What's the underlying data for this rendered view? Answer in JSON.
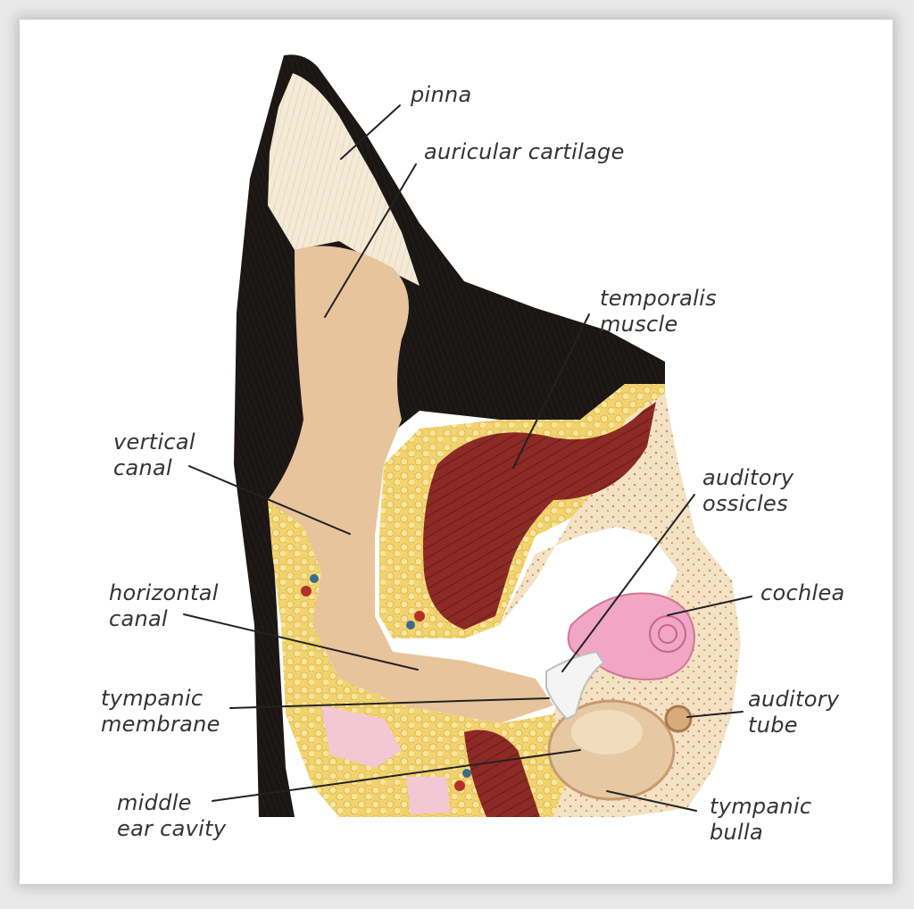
{
  "labels": {
    "pinna": "pinna",
    "auricular_cartilage": "auricular cartilage",
    "temporalis_muscle": "temporalis\nmuscle",
    "vertical_canal": "vertical\ncanal",
    "auditory_ossicles": "auditory\nossicles",
    "horizontal_canal": "horizontal\ncanal",
    "cochlea": "cochlea",
    "tympanic_membrane": "tympanic\nmembrane",
    "auditory_tube": "auditory\ntube",
    "middle_ear_cavity": "middle\near cavity",
    "tympanic_bulla": "tympanic\nbulla"
  },
  "colors": {
    "background": "#ffffff",
    "fur": "#1a1614",
    "cartilage": "#f4ead6",
    "skin": "#e8c49c",
    "fat": "#f0d070",
    "muscle": "#8c2a26",
    "bone": "#f3e2c3",
    "cochlea": "#f0a6c4",
    "ossicles": "#f4f4f4",
    "leader_line": "#222222"
  }
}
